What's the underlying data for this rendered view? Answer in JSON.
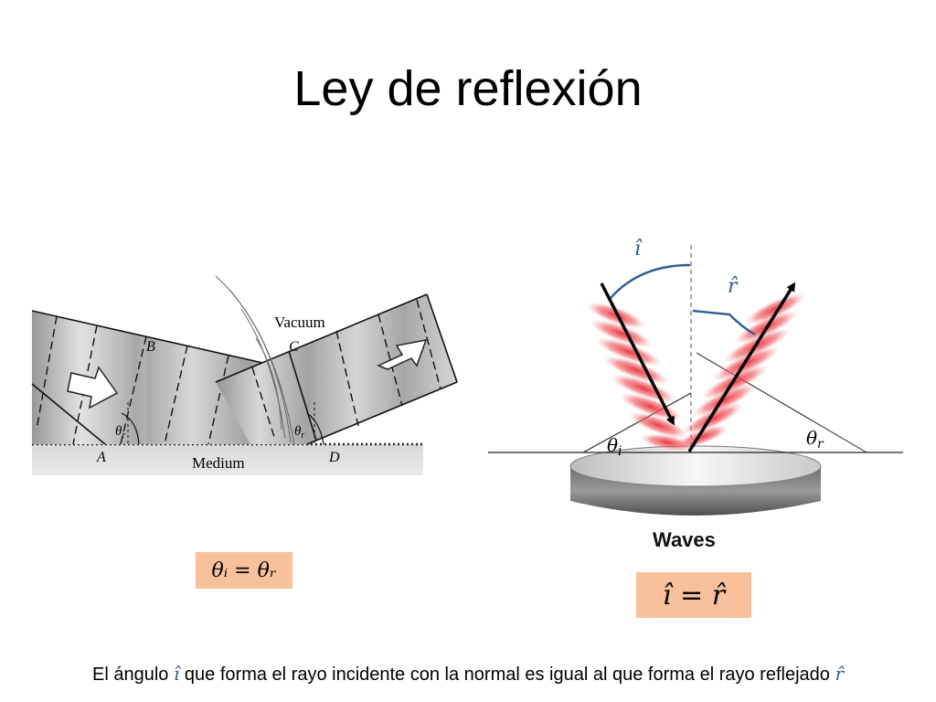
{
  "title": "Ley de reflexión",
  "left_figure": {
    "labels": {
      "vacuum": "Vacuum",
      "medium": "Medium",
      "point_a": "A",
      "point_b": "B",
      "point_c": "C",
      "point_d": "D",
      "theta_1": "θ",
      "theta_1_sub": "r",
      "theta_2": "θ",
      "theta_2_sub": "r"
    }
  },
  "right_figure": {
    "labels": {
      "i_hat": "î",
      "r_hat": "r̂",
      "theta_i": "θ",
      "theta_i_sub": "i",
      "theta_r": "θ",
      "theta_r_sub": "r",
      "waves": "Waves"
    },
    "colors": {
      "wave_red": "#e8303a",
      "arc_blue": "#2e5e95",
      "ray": "#000000"
    }
  },
  "equations": {
    "angles": "θᵢ = θᵣ",
    "vectors": "î = r̂"
  },
  "footer": {
    "part1": "El ángulo ",
    "sym1": "î",
    "part2": " que forma el rayo incidente con la normal es igual al que forma el rayo reflejado ",
    "sym2": "r̂"
  }
}
